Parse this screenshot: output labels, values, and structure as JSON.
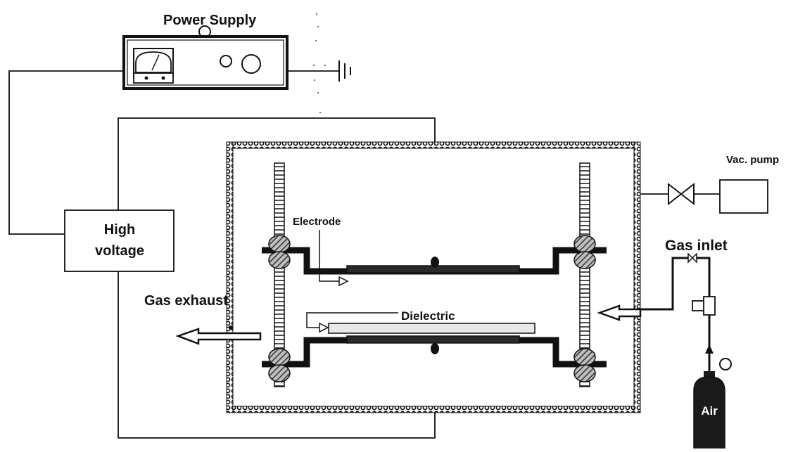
{
  "labels": {
    "power_supply": "Power Supply",
    "high_voltage_line1": "High",
    "high_voltage_line2": "voltage",
    "vac_pump": "Vac. pump",
    "electrode": "Electrode",
    "gas_inlet": "Gas inlet",
    "dielectric": "Dielectric",
    "gas_exhaust": "Gas exhaust",
    "air": "Air"
  },
  "colors": {
    "line": "#111111",
    "hatch": "#555555",
    "plate": "#2a2a2a",
    "dielectric_fill": "#e8e8e8",
    "cylinder": "#1a1a1a"
  }
}
